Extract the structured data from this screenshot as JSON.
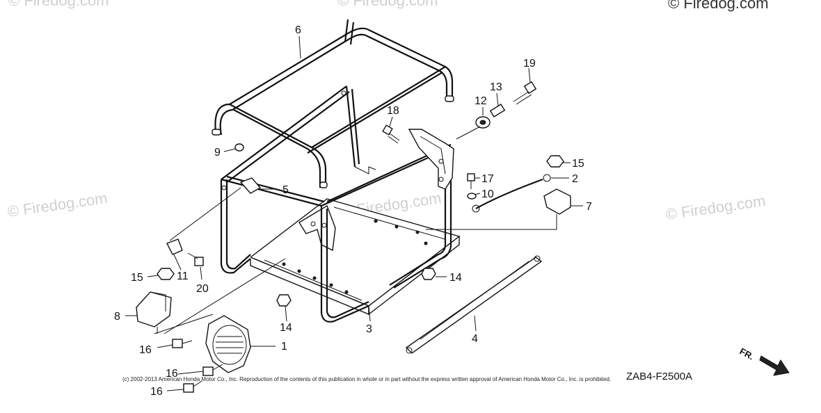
{
  "diagram": {
    "watermark": "© Firedog.com",
    "diagram_code": "ZAB4-F2500A",
    "copyright": "(c) 2002-2013 American Honda Motor Co., Inc. Reproduction of the contents of this publication in whole or in part without the express written approval of American Honda Motor Co., Inc. is prohibited.",
    "direction_label": "FR.",
    "callouts": [
      {
        "id": "c1",
        "label": "1"
      },
      {
        "id": "c2",
        "label": "2"
      },
      {
        "id": "c3",
        "label": "3"
      },
      {
        "id": "c4",
        "label": "4"
      },
      {
        "id": "c5",
        "label": "5"
      },
      {
        "id": "c6",
        "label": "6"
      },
      {
        "id": "c7",
        "label": "7"
      },
      {
        "id": "c8",
        "label": "8"
      },
      {
        "id": "c9",
        "label": "9"
      },
      {
        "id": "c10",
        "label": "10"
      },
      {
        "id": "c11",
        "label": "11"
      },
      {
        "id": "c12",
        "label": "12"
      },
      {
        "id": "c13",
        "label": "13"
      },
      {
        "id": "c14a",
        "label": "14"
      },
      {
        "id": "c14b",
        "label": "14"
      },
      {
        "id": "c15a",
        "label": "15"
      },
      {
        "id": "c15b",
        "label": "15"
      },
      {
        "id": "c16a",
        "label": "16"
      },
      {
        "id": "c16b",
        "label": "16"
      },
      {
        "id": "c16c",
        "label": "16"
      },
      {
        "id": "c17",
        "label": "17"
      },
      {
        "id": "c18",
        "label": "18"
      },
      {
        "id": "c19",
        "label": "19"
      },
      {
        "id": "c20",
        "label": "20"
      }
    ]
  }
}
